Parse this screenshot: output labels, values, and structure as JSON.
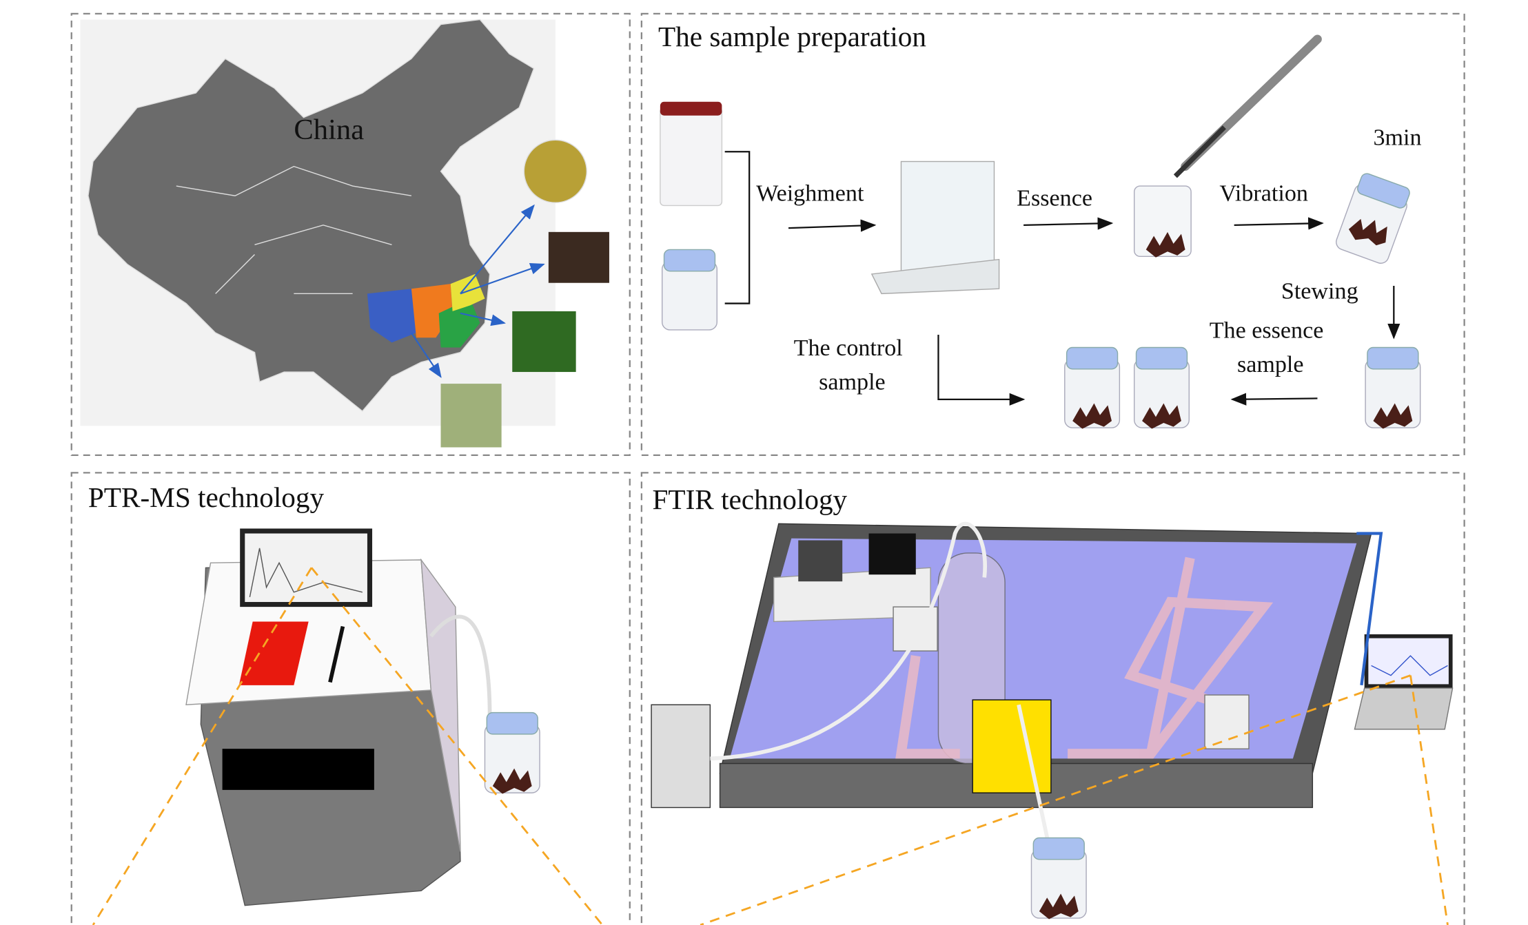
{
  "panels": {
    "map": {
      "label": "China",
      "region_colors": [
        "#3a5fc4",
        "#f07a1e",
        "#29a345",
        "#e8e23a"
      ],
      "map_color": "#6b6b6b"
    },
    "sample_preparation": {
      "title": "The sample preparation",
      "steps": {
        "weighment": "Weighment",
        "essence": "Essence",
        "vibration": "Vibration",
        "duration": "3min",
        "stewing": "Stewing",
        "essence_sample": [
          "The essence",
          "sample"
        ],
        "control_sample": [
          "The control",
          "sample"
        ]
      }
    },
    "ptr_ms": {
      "title": "PTR-MS technology"
    },
    "ftir": {
      "title": "FTIR technology"
    }
  },
  "colors": {
    "dashed_guides": "#f5a623",
    "jar_lid": "#a9c0f0",
    "bench_floor": "#a0a0f0"
  }
}
